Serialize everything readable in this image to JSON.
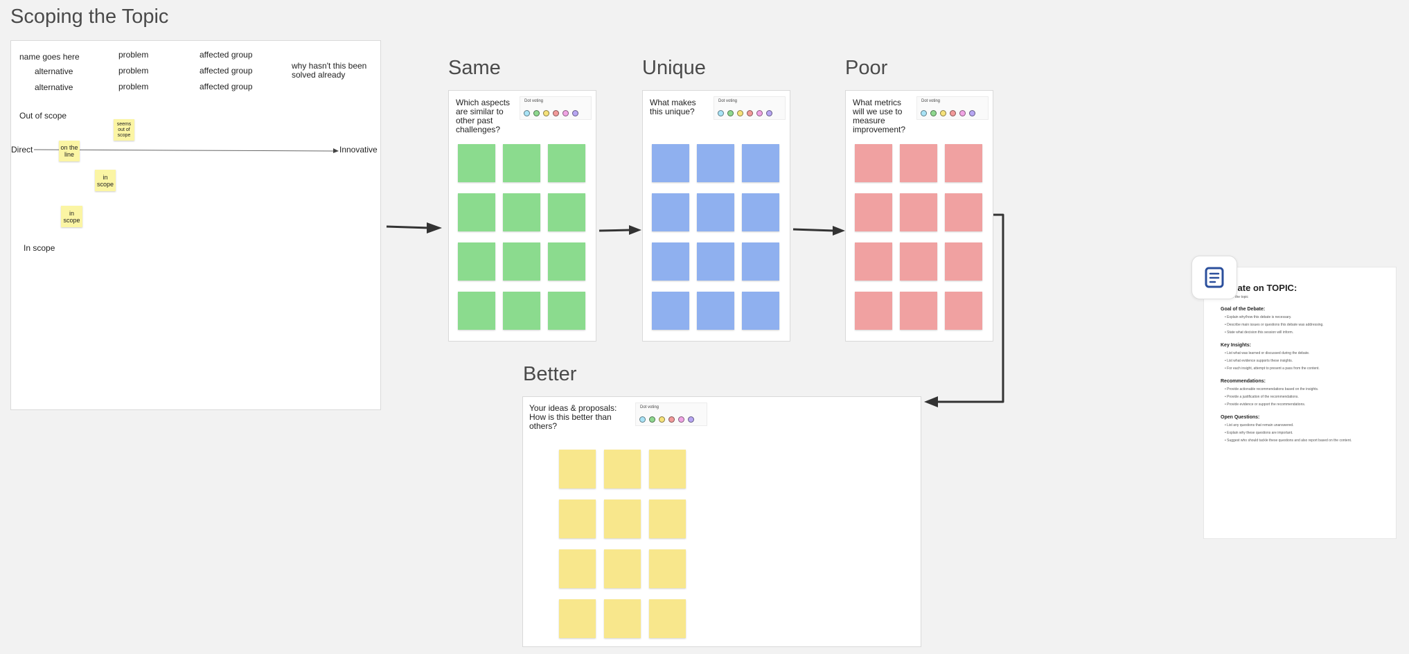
{
  "sections": {
    "scoping": "Scoping the Topic",
    "same": "Same",
    "unique": "Unique",
    "poor": "Poor",
    "better": "Better"
  },
  "scoping_frame": {
    "names": [
      "name goes here",
      "alternative",
      "alternative"
    ],
    "problems": [
      "problem",
      "problem",
      "problem"
    ],
    "groups": [
      "affected group",
      "affected group",
      "affected group"
    ],
    "why": "why hasn't this been solved already",
    "out_of_scope": "Out of scope",
    "in_scope": "In scope",
    "axis_left": "Direct",
    "axis_right": "Innovative",
    "notes": {
      "seems_out": "seems out of scope",
      "on_line": "on the line",
      "in_scope_1": "in scope",
      "in_scope_2": "in scope"
    }
  },
  "prompts": {
    "same": "Which aspects are similar to other past challenges?",
    "unique": "What makes this unique?",
    "poor": "What metrics will we use to measure improvement?",
    "better": "Your ideas & proposals: How is this better than others?"
  },
  "dot_voting_label": "Dot voting",
  "colors": {
    "green_note": "#8bdb8e",
    "blue_note": "#8fb0ef",
    "red_note": "#f0a1a1",
    "yellow_note": "#f8e78c",
    "dots": [
      "#a9e3f6",
      "#8fd88f",
      "#f6e27a",
      "#f29a9a",
      "#f0a4e4",
      "#b7a6f2"
    ]
  },
  "doc": {
    "title": "Debate on TOPIC:",
    "subtitle": "Describe the topic",
    "sections": [
      {
        "heading": "Goal of the Debate:",
        "items": [
          "Explain why/how this debate is necessary.",
          "Describe main issues or questions this debate was addressing.",
          "State what decision this session will inform."
        ]
      },
      {
        "heading": "Key Insights:",
        "items": [
          "List what was learned or discussed during the debate.",
          "List what evidence supports these insights.",
          "For each insight, attempt to present a pass from the content."
        ]
      },
      {
        "heading": "Recommendations:",
        "items": [
          "Provide actionable recommendations based on the insights.",
          "Provide a justification of the recommendations.",
          "Provide evidence or support the recommendations."
        ]
      },
      {
        "heading": "Open Questions:",
        "items": [
          "List any questions that remain unanswered.",
          "Explain why these questions are important.",
          "Suggest who should tackle these questions and also report based on the content."
        ]
      }
    ]
  }
}
